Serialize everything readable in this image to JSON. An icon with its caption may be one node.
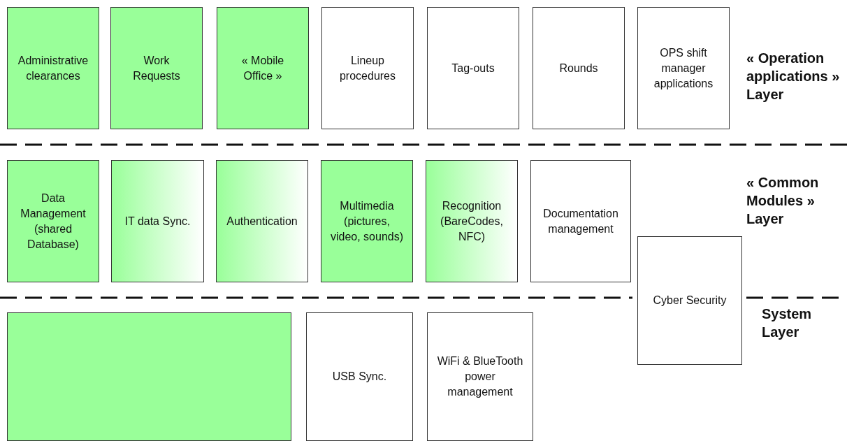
{
  "diagram": {
    "nodes": [
      {
        "text": [
          "Administrative clearances"
        ]
      },
      {
        "text": [
          "Work Requests"
        ]
      },
      {
        "text": [
          "« Mobile Office »"
        ]
      },
      {
        "text": [
          "Lineup procedures"
        ]
      },
      {
        "text": [
          "Tag-outs"
        ]
      },
      {
        "text": [
          "Rounds"
        ]
      },
      {
        "text": [
          "OPS shift manager applications"
        ]
      },
      {
        "text": [
          "Data Management (shared Database)"
        ]
      },
      {
        "text": [
          "IT data Sync."
        ]
      },
      {
        "text": [
          "Authentication"
        ]
      },
      {
        "text": [
          "Multimedia (pictures, video, sounds)"
        ]
      },
      {
        "text": [
          "Recognition (BareCodes, NFC)"
        ]
      },
      {
        "text": [
          "Documentation management"
        ]
      },
      {
        "text": [
          "Cyber Security"
        ]
      },
      {
        "text": [],
        "shape": "box"
      },
      {
        "text": [
          "USB Sync."
        ]
      },
      {
        "text": [
          "WiFi & BlueTooth power management"
        ]
      }
    ],
    "labels": [
      "« Operation applications » Layer",
      "« Common Modules » Layer",
      "System Layer"
    ]
  }
}
